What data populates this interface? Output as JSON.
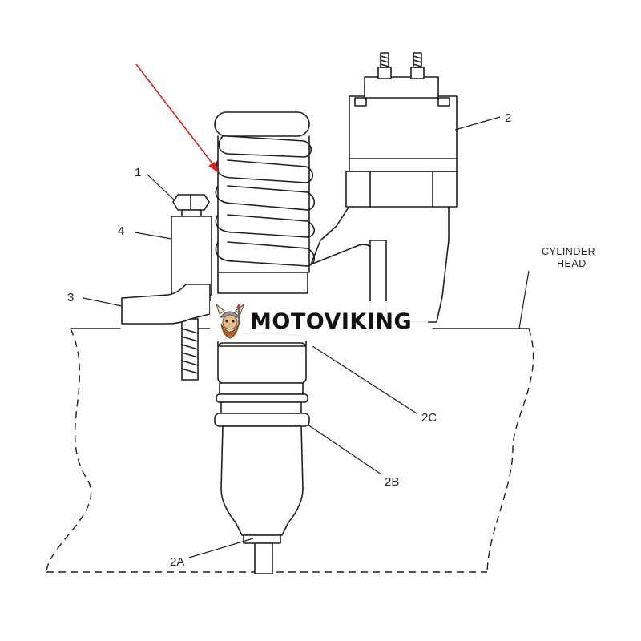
{
  "diagram": {
    "callouts": {
      "c1": "1",
      "c2": "2",
      "c3": "3",
      "c4": "4",
      "c2a": "2A",
      "c2b": "2B",
      "c2c": "2C"
    },
    "cylinder_head_label": [
      "CYLINDER",
      "HEAD"
    ],
    "arrow_color": "#e02020",
    "line_color": "#1f1f1f"
  },
  "watermark": {
    "brand": "MOTOVIKING",
    "logo_icon": "viking-mascot-icon"
  }
}
